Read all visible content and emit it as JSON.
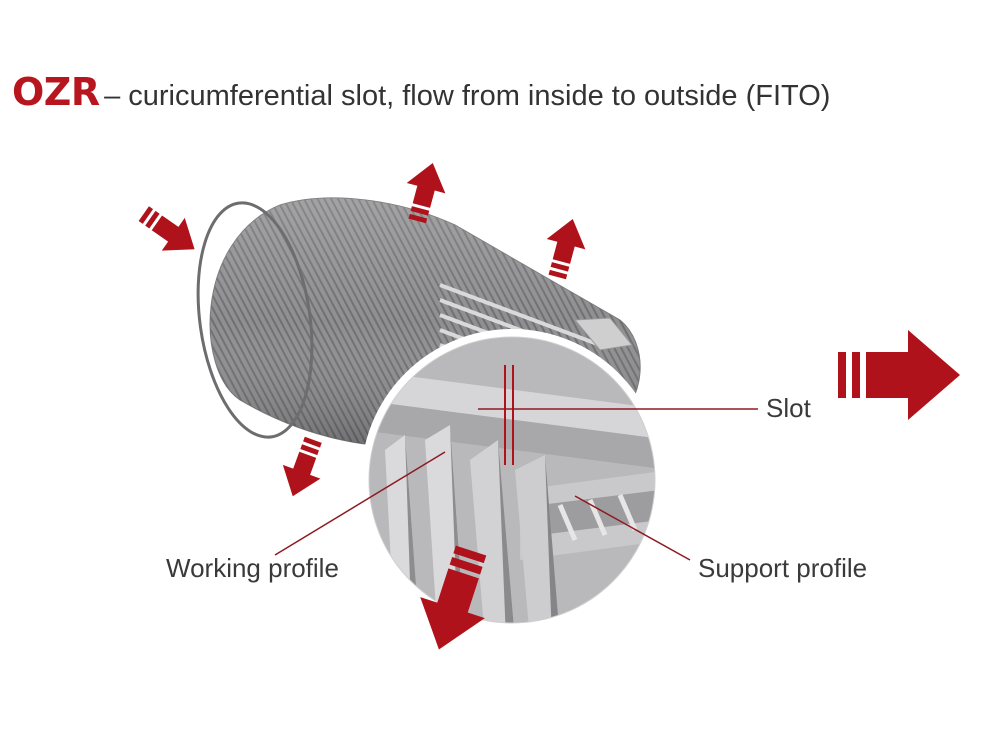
{
  "title": {
    "brand": "OZR",
    "subtitle": "– curicumferential slot, flow from inside to outside (FITO)"
  },
  "labels": {
    "slot": "Slot",
    "working_profile": "Working profile",
    "support_profile": "Support profile"
  },
  "colors": {
    "brand_red": "#b8161e",
    "arrow_red": "#b0121b",
    "steel": "#8a8a8c",
    "leader_line": "#8e1a22"
  }
}
